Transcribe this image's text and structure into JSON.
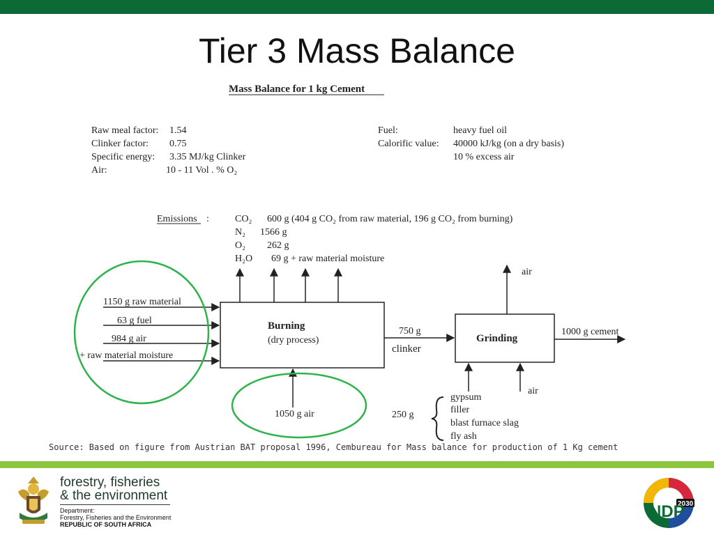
{
  "slide": {
    "title": "Tier 3 Mass Balance",
    "source": "Source: Based on figure from Austrian BAT proposal 1996, Cembureau for Mass balance for production of 1 Kg cement"
  },
  "figure": {
    "heading": "Mass Balance for 1 kg Cement",
    "params_left": [
      {
        "label": "Raw meal factor:",
        "value": "1.54"
      },
      {
        "label": "Clinker factor:",
        "value": "0.75"
      },
      {
        "label": "Specific energy:",
        "value": "3.35 MJ/kg Clinker"
      },
      {
        "label": "Air:",
        "value": "10 - 11  Vol . %  O₂"
      }
    ],
    "params_right": [
      {
        "label": "Fuel:",
        "value": "heavy fuel oil"
      },
      {
        "label": "Calorific value:",
        "value": "40000 kJ/kg (on a dry basis)"
      },
      {
        "label": "",
        "value": "10 % excess air"
      }
    ],
    "emissions": {
      "label": "Emissions",
      "colon": ":",
      "rows": [
        {
          "species": "CO₂",
          "value": "600 g  (404 g CO₂  from raw material, 196 g CO₂  from burning)"
        },
        {
          "species": "N₂",
          "value": "1566 g"
        },
        {
          "species": "O₂",
          "value": "262 g"
        },
        {
          "species": "H₂O",
          "value": "69 g + raw material moisture"
        }
      ]
    },
    "burning": {
      "title": "Burning",
      "subtitle": "(dry process)"
    },
    "grinding": {
      "title": "Grinding"
    },
    "inputs": [
      "1150 g raw material",
      "63 g fuel",
      "984 g air",
      "+ raw material moisture"
    ],
    "bottom_air": "1050 g air",
    "clinker_mass": "750 g",
    "clinker_label": "clinker",
    "grinding_air_top": "air",
    "grinding_air_bottom": "air",
    "output": "1000 g cement",
    "additives_mass": "250 g",
    "additives": [
      "gypsum",
      "filler",
      "blast furnace slag",
      "fly ash"
    ]
  },
  "footer": {
    "dept_line1": "forestry, fisheries",
    "dept_line2": "& the environment",
    "dept_small1": "Department:",
    "dept_small2": "Forestry, Fisheries and the Environment",
    "dept_small3": "REPUBLIC OF SOUTH AFRICA",
    "ndp_year": "2030",
    "ndp_label": "NDP"
  },
  "colors": {
    "top_bar": "#0b6a36",
    "footer_line": "#8cc63f",
    "highlight_circle": "#2db34a"
  }
}
